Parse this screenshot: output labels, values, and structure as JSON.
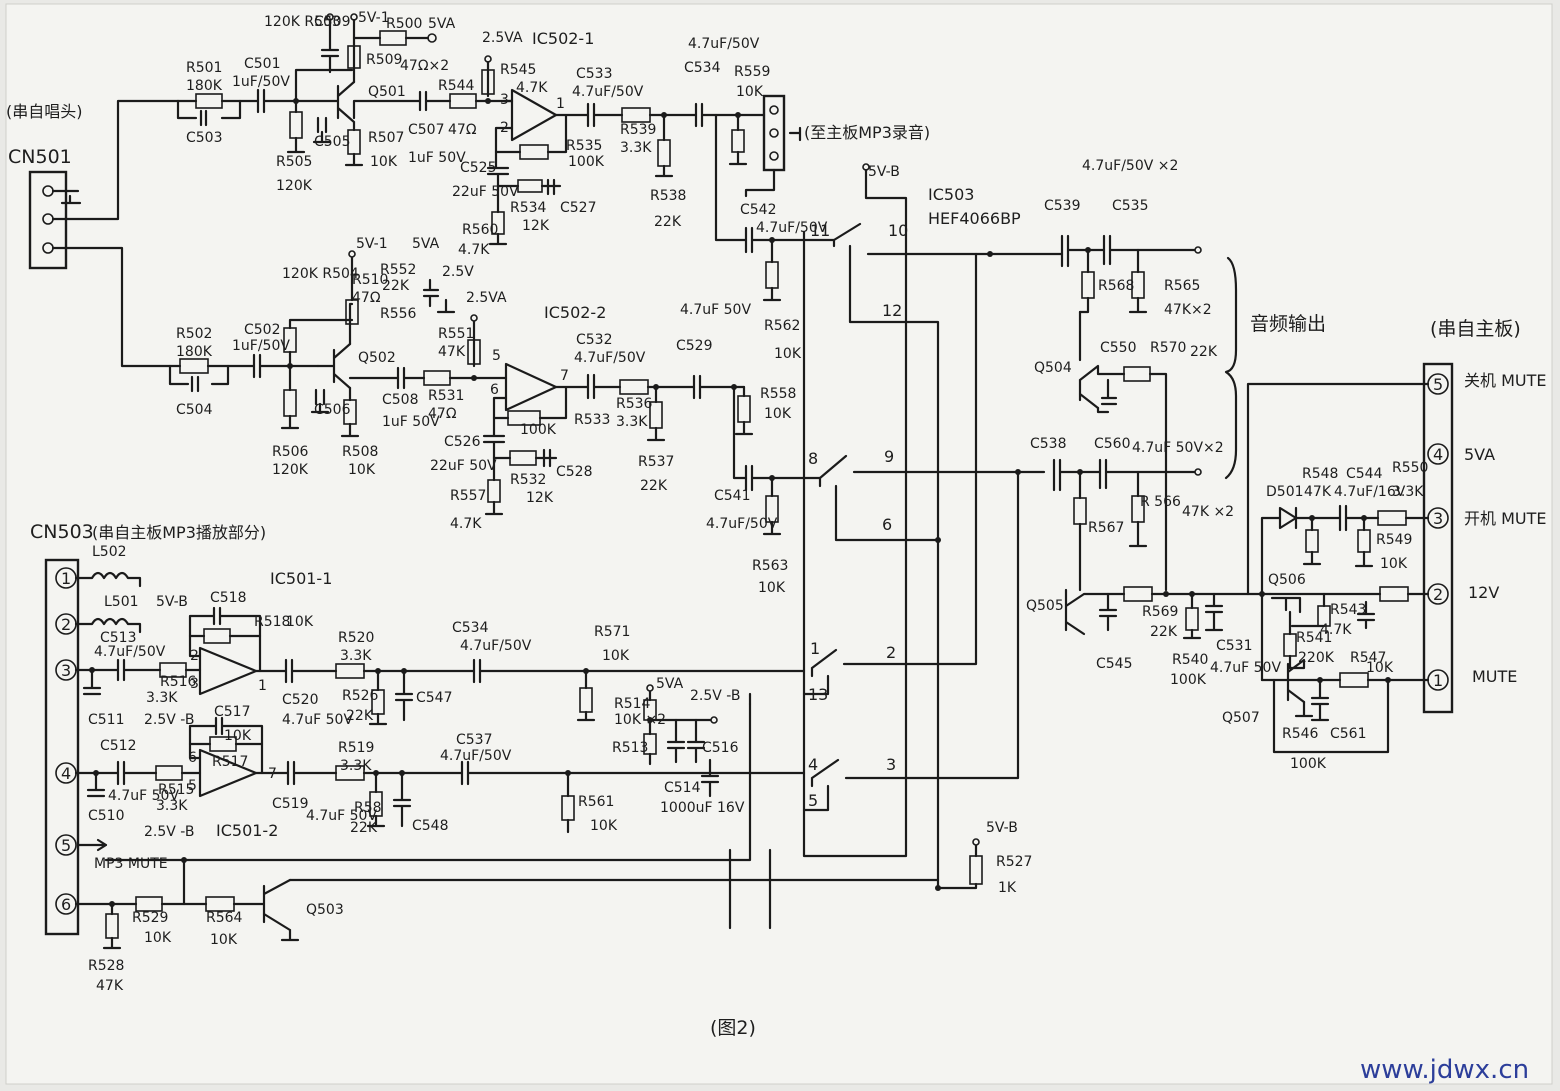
{
  "connectors": {
    "cn501": {
      "name": "CN501",
      "note": "(串自唱头)"
    },
    "cn503": {
      "name": "CN503",
      "note": "(串自主板MP3播放部分)",
      "pins": [
        "1",
        "2",
        "3",
        "4",
        "5",
        "6"
      ],
      "pin5_label": "MP3 MUTE"
    },
    "main_board": {
      "note": "(串自主板)",
      "pins": [
        "5",
        "4",
        "3",
        "2",
        "1"
      ],
      "pin_labels": [
        "关机 MUTE",
        "5VA",
        "开机 MUTE",
        "12V",
        "MUTE"
      ]
    },
    "mp3_out": {
      "note": "(至主板MP3录音)"
    }
  },
  "ics": {
    "ic502_1": "IC502-1",
    "ic502_2": "IC502-2",
    "ic501_1": "IC501-1",
    "ic501_2": "IC501-2",
    "ic503": "IC503",
    "ic503_part": "HEF4066BP"
  },
  "rails": {
    "v5_1": "5V-1",
    "v5a": "5VA",
    "v2_5a": "2.5VA",
    "v5b": "5V-B",
    "v2_5v": "2.5V",
    "v2_5b": "2.5V -B"
  },
  "switch_pins": [
    "11",
    "10",
    "12",
    "8",
    "9",
    "6",
    "1",
    "2",
    "13",
    "4",
    "3",
    "5"
  ],
  "opamp_pins": [
    "3",
    "2",
    "1",
    "5",
    "6",
    "7"
  ],
  "labels": {
    "r501": "R501",
    "r501v": "180K",
    "c501": "C501",
    "c501v": "1uF/50V",
    "c503": "C503",
    "r502": "R502",
    "r502v": "180K",
    "c502": "C502",
    "c502v": "1uF/50V",
    "c504": "C504",
    "r503": "120K R503",
    "c509": "C509",
    "r500": "R500",
    "r509": "R509",
    "r509v": "47Ω×2",
    "q501": "Q501",
    "r505": "R505",
    "r505v": "120K",
    "c505": "C505",
    "r507": "R507",
    "r507v": "10K",
    "c507": "C507",
    "c507v": "1uF 50V",
    "r544": "R544",
    "r544v": "47Ω",
    "r545": "R545",
    "r545v": "4.7K",
    "c533": "C533",
    "c533v": "4.7uF/50V",
    "r535": "R535",
    "r535v": "100K",
    "r539": "R539",
    "r539v": "3.3K",
    "c525": "C525",
    "c525v": "22uF 50V",
    "r534": "R534",
    "r534v": "12K",
    "c527": "C527",
    "r560": "R560",
    "r560v": "4.7K",
    "r538": "R538",
    "r538v": "22K",
    "c534a": "C534",
    "c534av": "4.7uF/50V",
    "r559": "R559",
    "r559v": "10K",
    "r504": "120K R504",
    "r510": "R510",
    "r510v": "47Ω",
    "r552": "R552",
    "r556": "R556",
    "r552v": "22K",
    "q502": "Q502",
    "r506": "R506",
    "r506v": "120K",
    "c506": "C506",
    "r508": "R508",
    "r508v": "10K",
    "c508": "C508",
    "c508v": "1uF 50V",
    "r531": "R531",
    "r531v": "47Ω",
    "r551": "R551",
    "r551v": "47K",
    "c532": "C532",
    "c532v": "4.7uF/50V",
    "r536": "R536",
    "r536v": "3.3K",
    "r533": "R533",
    "r533v": "100K",
    "c526": "C526",
    "c526v": "22uF 50V",
    "r532": "R532",
    "r532v": "12K",
    "c528": "C528",
    "r557": "R557",
    "r557v": "4.7K",
    "r537": "R537",
    "r537v": "22K",
    "c529": "C529",
    "c529v": "4.7uF 50V",
    "r558": "R558",
    "r558v": "10K",
    "c542": "C542",
    "c542v": "4.7uF/50V",
    "r562": "R562",
    "r562v": "10K",
    "c541": "C541",
    "c541v": "4.7uF/50V",
    "r563": "R563",
    "r563v": "10K",
    "c539": "C539",
    "c535": "C535",
    "c535v": "4.7uF/50V ×2",
    "r568": "R568",
    "r565": "R565",
    "r565v": "47K×2",
    "audio_out": "音频输出",
    "q504": "Q504",
    "c550": "C550",
    "r570": "R570",
    "r570v": "22K",
    "c538": "C538",
    "c560": "C560",
    "c560v": "4.7uF 50V×2",
    "r567": "R567",
    "r566": "R 566",
    "r566v": "47K ×2",
    "q505": "Q505",
    "r569": "R569",
    "r569v": "22K",
    "c545": "C545",
    "r540": "R540",
    "r540v": "100K",
    "c531": "C531",
    "c531v": "4.7uF 50V",
    "d501": "D501",
    "r548": "R548",
    "r548v": "47K",
    "c544": "C544",
    "c544v": "4.7uF/16V",
    "r550": "R550",
    "r550v": "3.3K",
    "r549": "R549",
    "r549v": "10K",
    "q506": "Q506",
    "r543": "R543",
    "r543v": "4.7K",
    "r541": "R541",
    "r541v": "220K",
    "r547": "R547",
    "r547v": "10K",
    "q507": "Q507",
    "r546": "R546",
    "r546v": "100K",
    "c561": "C561",
    "l502": "L502",
    "l501": "L501",
    "c513": "C513",
    "c513v": "4.7uF/50V",
    "r516": "R516",
    "r516v": "3.3K",
    "c511": "C511",
    "c518": "C518",
    "r518": "R518",
    "r518v": "10K",
    "c520": "C520",
    "c520v": "4.7uF 50V",
    "r520": "R520",
    "r520v": "3.3K",
    "r526": "R526",
    "r526v": "22K",
    "c547": "C547",
    "c534b": "C534",
    "c534bv": "4.7uF/50V",
    "r571": "R571",
    "r571v": "10K",
    "r514": "R514",
    "r514v": "10K ×2",
    "r513": "R513",
    "c516": "C516",
    "c512": "C512",
    "c510": "C510",
    "c510v": "4.7uF 50V",
    "r515": "R515",
    "r515v": "3.3K",
    "c517": "C517",
    "r517": "R517",
    "r517v": "10K",
    "c519": "C519",
    "c519v": "4.7uF 50V",
    "r519": "R519",
    "r519v": "3.3K",
    "r58x": "R58",
    "r58xv": "22K",
    "c548": "C548",
    "c537": "C537",
    "c537v": "4.7uF/50V",
    "r561": "R561",
    "r561v": "10K",
    "c514": "C514",
    "c514v": "1000uF 16V",
    "r527": "R527",
    "r527v": "1K",
    "r529": "R529",
    "r529v": "10K",
    "r564": "R564",
    "r564v": "10K",
    "r528": "R528",
    "r528v": "47K",
    "q503": "Q503",
    "fig": "(图2)",
    "site": "www.jdwx.cn"
  }
}
